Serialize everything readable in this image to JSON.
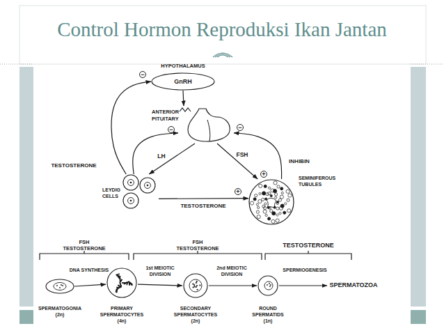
{
  "diagram": {
    "title": "Control Hormon Reproduksi Ikan Jantan",
    "nodes": [
      {
        "text": [
          "HYPOTHALAMUS",
          "GnRH"
        ]
      },
      {
        "text": [
          "ANTERIOR PITUITARY"
        ]
      },
      {
        "text": [
          "LEYDIG CELLS"
        ]
      },
      {
        "text": [
          "SEMINIFEROUS TUBULES"
        ]
      },
      {
        "text": [
          "SPERMATOGONIA",
          "(2n)"
        ]
      },
      {
        "text": [
          "PRIMARY SPERMATOCYTES",
          "(4n)"
        ]
      },
      {
        "text": [
          "SECONDARY SPERMATOCYTES",
          "(2n)"
        ]
      },
      {
        "text": [
          "ROUND SPERMATIDS",
          "(1n)"
        ]
      },
      {
        "text": [
          "SPERMATOZOA"
        ]
      }
    ],
    "edges": [
      {
        "from": 0,
        "to": 1,
        "arrow": "to"
      },
      {
        "from": 1,
        "to": 2,
        "label": "LH",
        "arrow": "to"
      },
      {
        "from": 1,
        "to": 3,
        "label": "FSH",
        "arrow": "to"
      },
      {
        "from": 2,
        "to": 3,
        "label": "TESTOSTERONE",
        "arrow": "to"
      },
      {
        "from": 2,
        "to": 0,
        "label": "TESTOSTERONE",
        "arrow": "to"
      },
      {
        "from": 2,
        "to": 1,
        "arrow": "to"
      },
      {
        "from": 3,
        "to": 1,
        "label": "INHIBIN",
        "arrow": "to"
      },
      {
        "from": 4,
        "to": 5,
        "label": "DNA SYNTHESIS",
        "arrow": "to"
      },
      {
        "from": 5,
        "to": 6,
        "label": "1st MEIOTIC DIVISION",
        "arrow": "to"
      },
      {
        "from": 6,
        "to": 7,
        "label": "2nd MEIOTIC DIVISION",
        "arrow": "to"
      },
      {
        "from": 7,
        "to": 8,
        "label": "SPERMIOGENESIS",
        "arrow": "to"
      }
    ],
    "labels": [
      "−",
      "−",
      "−",
      "+",
      "+",
      "FSH",
      "TESTOSTERONE",
      "FSH",
      "TESTOSTERONE",
      "TESTOSTERONE"
    ]
  }
}
